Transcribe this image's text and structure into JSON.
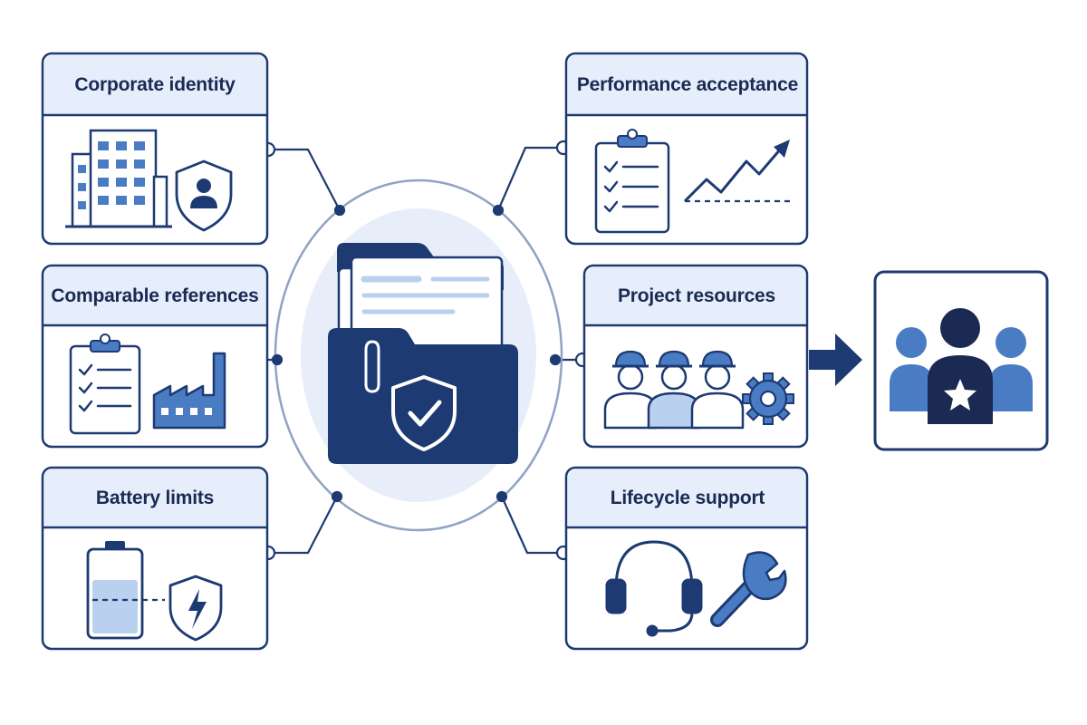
{
  "colors": {
    "navy": "#1d3a72",
    "dark_navy": "#1a2a52",
    "medium_blue": "#4a7cc4",
    "light_blue": "#b9d0ef",
    "pale_blue": "#e6eefb",
    "border": "#1d3a72",
    "background": "#ffffff"
  },
  "boxes": {
    "corporate_identity": {
      "title": "Corporate identity",
      "icons": [
        "office-building-icon",
        "shield-user-icon"
      ]
    },
    "comparable_references": {
      "title": "Comparable references",
      "icons": [
        "checklist-clipboard-icon",
        "factory-icon"
      ]
    },
    "battery_limits": {
      "title": "Battery limits",
      "icons": [
        "battery-icon",
        "shield-lightning-icon"
      ]
    },
    "performance_acceptance": {
      "title": "Performance acceptance",
      "icons": [
        "checklist-clipboard-icon",
        "trend-chart-icon"
      ]
    },
    "project_resources": {
      "title": "Project resources",
      "icons": [
        "workers-icon",
        "gear-icon"
      ]
    },
    "lifecycle_support": {
      "title": "Lifecycle support",
      "icons": [
        "headset-icon",
        "wrench-icon"
      ]
    }
  },
  "center": {
    "icon": "secure-folder-icon"
  },
  "outcome": {
    "icon": "team-star-icon",
    "arrow": "right-arrow-icon"
  }
}
